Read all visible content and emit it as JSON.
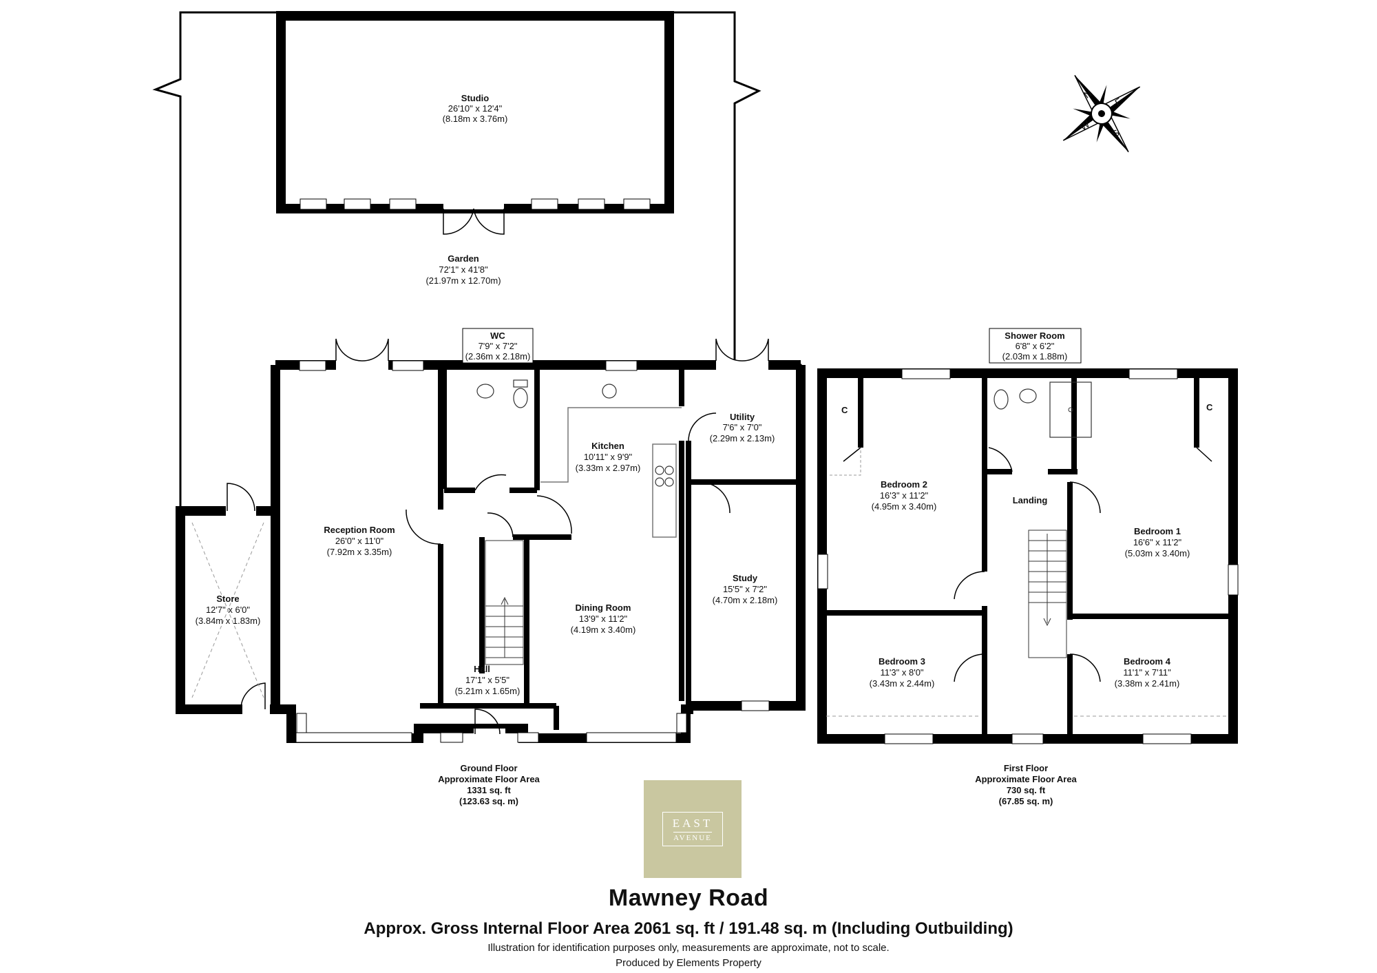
{
  "rooms": {
    "studio": {
      "name": "Studio",
      "imperial": "26'10\" x 12'4\"",
      "metric": "(8.18m x 3.76m)"
    },
    "garden": {
      "name": "Garden",
      "imperial": "72'1\" x 41'8\"",
      "metric": "(21.97m x 12.70m)"
    },
    "wc": {
      "name": "WC",
      "imperial": "7'9\" x 7'2\"",
      "metric": "(2.36m x 2.18m)"
    },
    "utility": {
      "name": "Utility",
      "imperial": "7'6\" x 7'0\"",
      "metric": "(2.29m x 2.13m)"
    },
    "kitchen": {
      "name": "Kitchen",
      "imperial": "10'11\" x 9'9\"",
      "metric": "(3.33m x 2.97m)"
    },
    "reception": {
      "name": "Reception Room",
      "imperial": "26'0\" x 11'0\"",
      "metric": "(7.92m x 3.35m)"
    },
    "store": {
      "name": "Store",
      "imperial": "12'7\" x 6'0\"",
      "metric": "(3.84m x 1.83m)"
    },
    "dining": {
      "name": "Dining Room",
      "imperial": "13'9\" x 11'2\"",
      "metric": "(4.19m x 3.40m)"
    },
    "study": {
      "name": "Study",
      "imperial": "15'5\" x 7'2\"",
      "metric": "(4.70m x 2.18m)"
    },
    "hall": {
      "name": "Hall",
      "imperial": "17'1\" x 5'5\"",
      "metric": "(5.21m x 1.65m)"
    },
    "shower": {
      "name": "Shower Room",
      "imperial": "6'8\" x 6'2\"",
      "metric": "(2.03m x 1.88m)"
    },
    "bedroom2": {
      "name": "Bedroom 2",
      "imperial": "16'3\" x 11'2\"",
      "metric": "(4.95m x 3.40m)"
    },
    "landing": {
      "name": "Landing"
    },
    "bedroom1": {
      "name": "Bedroom 1",
      "imperial": "16'6\" x 11'2\"",
      "metric": "(5.03m x 3.40m)"
    },
    "bedroom3": {
      "name": "Bedroom 3",
      "imperial": "11'3\" x 8'0\"",
      "metric": "(3.43m x 2.44m)"
    },
    "bedroom4": {
      "name": "Bedroom 4",
      "imperial": "11'1\" x 7'11\"",
      "metric": "(3.38m x 2.41m)"
    }
  },
  "cupboard_label": "C",
  "floors": {
    "ground": {
      "line1": "Ground Floor",
      "line2": "Approximate Floor Area",
      "line3": "1331 sq. ft",
      "line4": "(123.63 sq. m)"
    },
    "first": {
      "line1": "First Floor",
      "line2": "Approximate Floor Area",
      "line3": "730 sq. ft",
      "line4": "(67.85 sq. m)"
    }
  },
  "compass": {
    "n": "N",
    "e": "E",
    "s": "S",
    "w": "W"
  },
  "logo": {
    "line1": "EAST",
    "line2": "AVENUE"
  },
  "footer": {
    "title": "Mawney Road",
    "area": "Approx. Gross Internal Floor Area 2061 sq. ft / 191.48 sq. m (Including Outbuilding)",
    "note1": "Illustration for identification purposes only, measurements are approximate, not to scale.",
    "note2": "Produced by Elements Property"
  }
}
